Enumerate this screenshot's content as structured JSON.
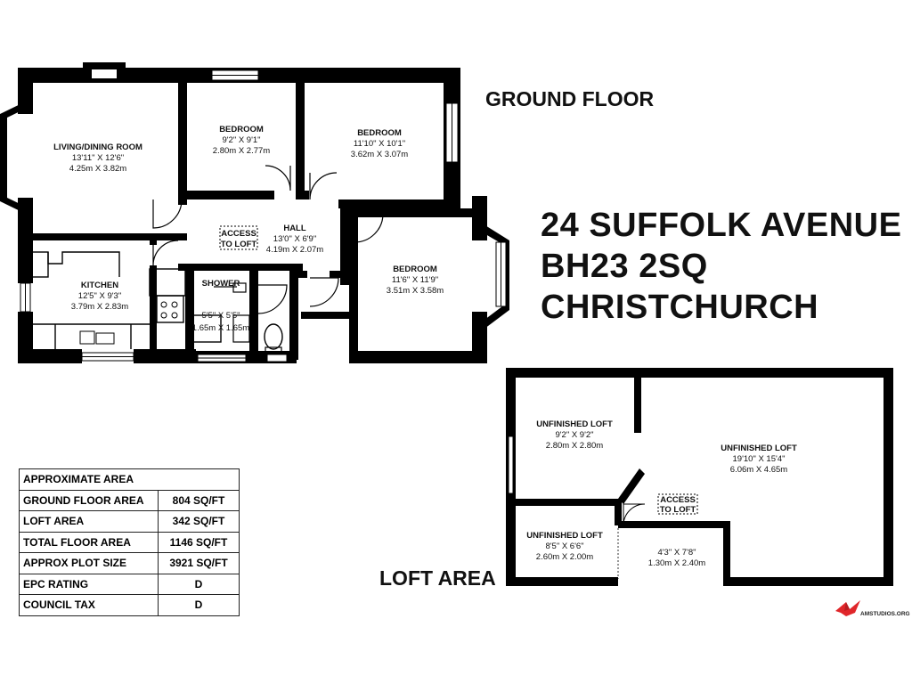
{
  "headings": {
    "ground_floor": "GROUND FLOOR",
    "loft_area": "LOFT AREA"
  },
  "address": {
    "line1": "24 SUFFOLK AVENUE",
    "line2": "BH23 2SQ",
    "line3": "CHRISTCHURCH"
  },
  "rooms": {
    "living": {
      "name": "LIVING/DINING ROOM",
      "imperial": "13'11\" X 12'6\"",
      "metric": "4.25m X 3.82m"
    },
    "bedroom1": {
      "name": "BEDROOM",
      "imperial": "9'2\" X 9'1\"",
      "metric": "2.80m X 2.77m"
    },
    "bedroom2": {
      "name": "BEDROOM",
      "imperial": "11'10\" X 10'1\"",
      "metric": "3.62m X 3.07m"
    },
    "hall": {
      "name": "HALL",
      "imperial": "13'0\" X 6'9\"",
      "metric": "4.19m X 2.07m"
    },
    "access_ground": {
      "line1": "ACCESS",
      "line2": "TO LOFT"
    },
    "kitchen": {
      "name": "KITCHEN",
      "imperial": "12'5\" X 9'3\"",
      "metric": "3.79m X 2.83m"
    },
    "shower": {
      "name": "SHOWER",
      "imperial": "5'5\" X 5'5\"",
      "metric": "1.65m X 1.65m"
    },
    "bedroom3": {
      "name": "BEDROOM",
      "imperial": "11'6\" X 11'9\"",
      "metric": "3.51m X 3.58m"
    },
    "loft1": {
      "name": "UNFINISHED LOFT",
      "imperial": "9'2\" X 9'2\"",
      "metric": "2.80m X 2.80m"
    },
    "loft2": {
      "name": "UNFINISHED LOFT",
      "imperial": "19'10\" X 15'4\"",
      "metric": "6.06m X 4.65m"
    },
    "access_loft": {
      "line1": "ACCESS",
      "line2": "TO LOFT"
    },
    "loft3": {
      "name": "UNFINISHED LOFT",
      "imperial": "8'5\" X 6'6\"",
      "metric": "2.60m X 2.00m"
    },
    "loft4": {
      "imperial": "4'3\" X 7'8\"",
      "metric": "1.30m X 2.40m"
    }
  },
  "area_table": {
    "header": "APPROXIMATE AREA",
    "rows": [
      {
        "label": "GROUND FLOOR AREA",
        "value": "804 SQ/FT"
      },
      {
        "label": "LOFT AREA",
        "value": "342 SQ/FT"
      },
      {
        "label": "TOTAL FLOOR AREA",
        "value": "1146 SQ/FT"
      },
      {
        "label": "APPROX PLOT SIZE",
        "value": "3921 SQ/FT"
      },
      {
        "label": "EPC RATING",
        "value": "D"
      },
      {
        "label": "COUNCIL TAX",
        "value": "D"
      }
    ]
  },
  "logo": {
    "text": "AMSTUDIOS.ORG",
    "color": "#e0262a"
  },
  "colors": {
    "wall": "#000000",
    "background": "#ffffff"
  }
}
